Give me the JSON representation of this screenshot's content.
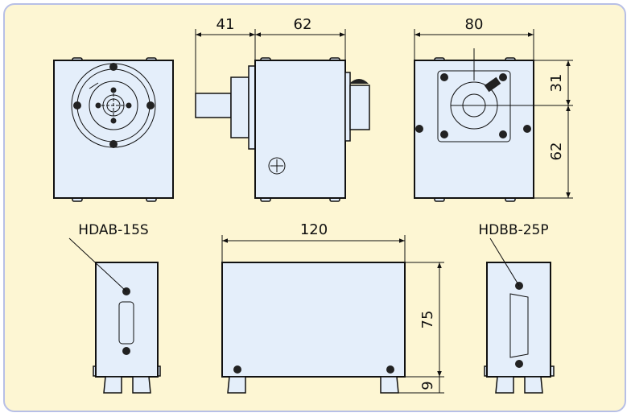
{
  "dimensions": {
    "side_depth_shaft": "41",
    "side_depth_body": "62",
    "rear_width": "80",
    "rear_top_offset": "31",
    "rear_height": "62",
    "front_width": "120",
    "front_height": "75",
    "foot_height": "9"
  },
  "connectors": {
    "left": "HDAB-15S",
    "right": "HDBB-25P"
  },
  "colors": {
    "background": "#fdf6d3",
    "border": "#b7bfe6",
    "body_fill": "#e4eefa",
    "outline": "#111111"
  }
}
